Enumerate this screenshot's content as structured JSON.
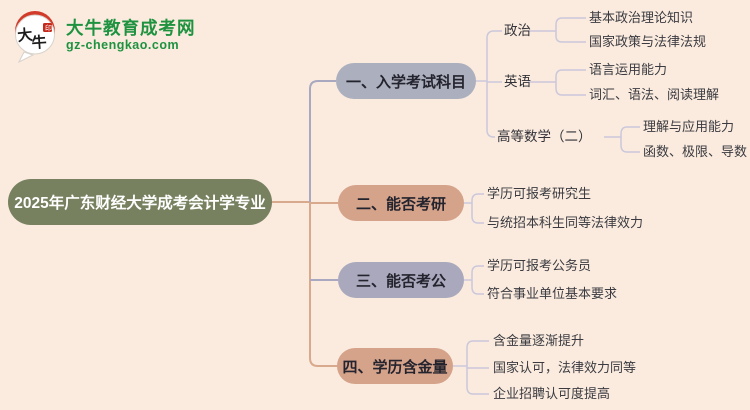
{
  "site": {
    "logo_icon": "daniu-speech-bubble-logo",
    "logo_title": "大牛教育成考网",
    "logo_domain": "gz-chengkao.com",
    "brand_green": "#1F9240"
  },
  "colors": {
    "background": "#FAEBDE",
    "root_bg": "#77815F",
    "root_text": "#FFFFFF",
    "branch1_bg": "#ACAFBE",
    "branch2_bg": "#D5A28A",
    "branch3_bg": "#AAA8BD",
    "branch4_bg": "#D5A28A",
    "line_salmon": "#D9A98E",
    "line_gray": "#A8A8C0",
    "line_bracket": "#CBC8DB",
    "node_text": "#3A3A40"
  },
  "mindmap": {
    "root": "2025年广东财经大学成考会计学专业",
    "branches": [
      {
        "label": "一、入学考试科目",
        "children": [
          {
            "label": "政治",
            "children": [
              "基本政治理论知识",
              "国家政策与法律法规"
            ]
          },
          {
            "label": "英语",
            "children": [
              "语言运用能力",
              "词汇、语法、阅读理解"
            ]
          },
          {
            "label": "高等数学（二）",
            "children": [
              "理解与应用能力",
              "函数、极限、导数"
            ]
          }
        ]
      },
      {
        "label": "二、能否考研",
        "children": [
          "学历可报考研究生",
          "与统招本科生同等法律效力"
        ]
      },
      {
        "label": "三、能否考公",
        "children": [
          "学历可报考公务员",
          "符合事业单位基本要求"
        ]
      },
      {
        "label": "四、学历含金量",
        "children": [
          "含金量逐渐提升",
          "国家认可，法律效力同等",
          "企业招聘认可度提高"
        ]
      }
    ]
  }
}
